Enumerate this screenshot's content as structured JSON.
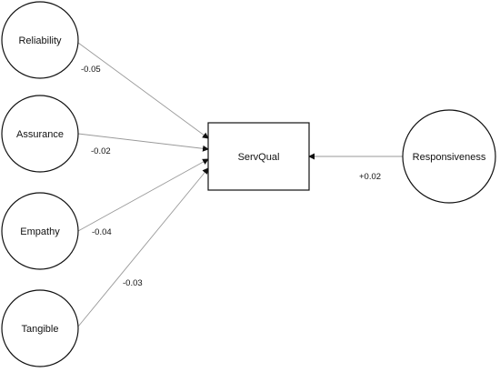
{
  "diagram": {
    "target": {
      "label": "ServQual"
    },
    "nodes": [
      {
        "label": "Reliability"
      },
      {
        "label": "Assurance"
      },
      {
        "label": "Empathy"
      },
      {
        "label": "Tangible"
      },
      {
        "label": "Responsiveness"
      }
    ],
    "edges": [
      {
        "from": "Reliability",
        "to": "ServQual",
        "weight": "-0.05"
      },
      {
        "from": "Assurance",
        "to": "ServQual",
        "weight": "-0.02"
      },
      {
        "from": "Empathy",
        "to": "ServQual",
        "weight": "-0.04"
      },
      {
        "from": "Tangible",
        "to": "ServQual",
        "weight": "-0.03"
      },
      {
        "from": "Responsiveness",
        "to": "ServQual",
        "weight": "+0.02"
      }
    ]
  }
}
